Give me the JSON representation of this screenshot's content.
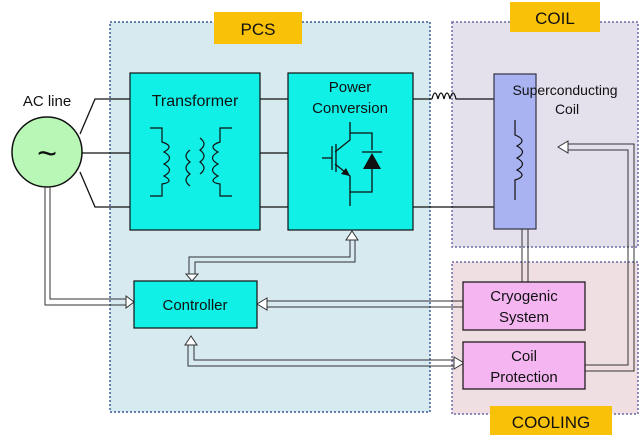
{
  "regions": {
    "pcs": "PCS",
    "coil": "COIL",
    "cooling": "COOLING"
  },
  "source": {
    "label": "AC line",
    "symbol": "~"
  },
  "blocks": {
    "transformer": "Transformer",
    "power_conversion_line1": "Power",
    "power_conversion_line2": "Conversion",
    "superconducting_line1": "Superconducting",
    "superconducting_line2": "Coil",
    "controller": "Controller",
    "cryogenic_line1": "Cryogenic",
    "cryogenic_line2": "System",
    "protection_line1": "Coil",
    "protection_line2": "Protection"
  },
  "colors": {
    "pcs_bg": "#d6eaf0",
    "coil_bg": "#e4e0ec",
    "cooling_bg": "#efdfe2",
    "tag": "#f9c107",
    "cyan_block": "#11f0e6",
    "coil_block": "#a9b3f2",
    "magenta_block": "#f4b5f1",
    "ac_circle": "#b8f7b5"
  }
}
